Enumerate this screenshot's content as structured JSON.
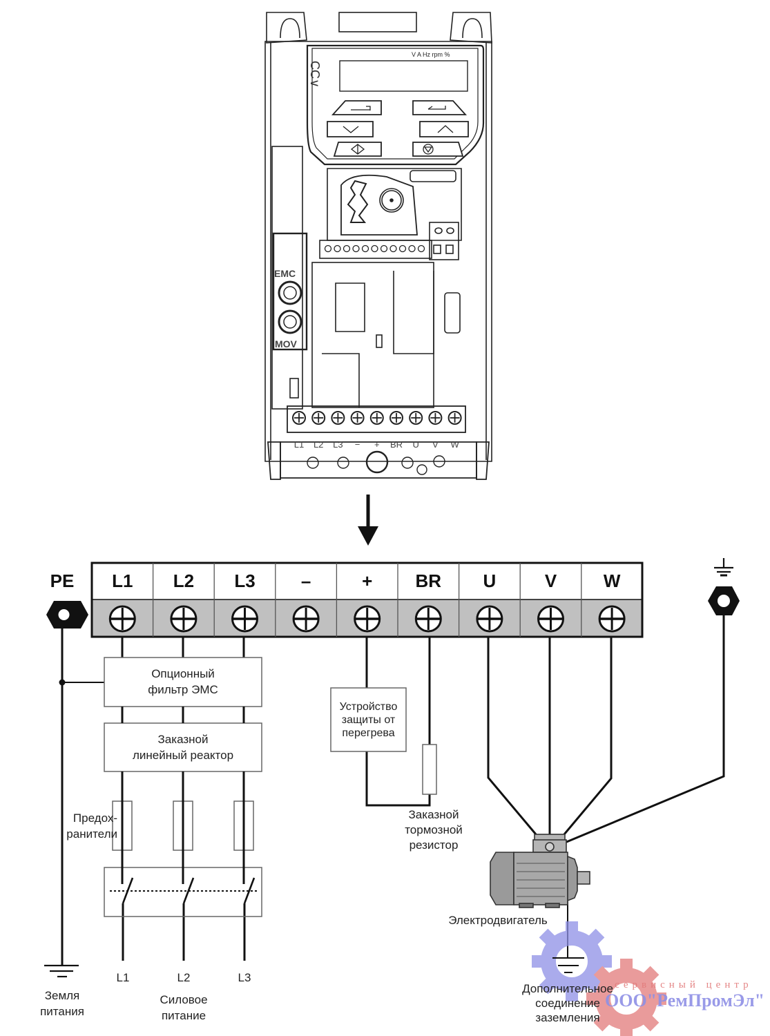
{
  "drive": {
    "display_units": "V  A  Hz  rpm  %",
    "side_logo": "CC∨",
    "emc_label": "EMC",
    "mov_label": "MOV",
    "bottom_terminals": [
      "L1",
      "L2",
      "L3",
      "−",
      "+",
      "BR",
      "U",
      "V",
      "W"
    ],
    "keypad_buttons": [
      "escape-button",
      "enter-button",
      "down-button",
      "up-button",
      "start-button",
      "stop-button"
    ]
  },
  "terminal_block": {
    "pe_label": "PE",
    "terminals": [
      "L1",
      "L2",
      "L3",
      "–",
      "+",
      "BR",
      "U",
      "V",
      "W"
    ],
    "colors": {
      "screw_row": "#c0c0c0",
      "label_row": "#ffffff",
      "border": "#111111"
    }
  },
  "boxes": {
    "emc_filter": [
      "Опционный",
      "фильтр ЭМС"
    ],
    "line_reactor": [
      "Заказной",
      "линейный реактор"
    ],
    "thermal_protection": [
      "Устройство",
      "защиты от",
      "перегрева"
    ]
  },
  "labels": {
    "fuses": [
      "Предох-",
      "ранители"
    ],
    "brake_resistor": [
      "Заказной",
      "тормозной",
      "резистор"
    ],
    "motor": "Электродвигатель",
    "supply_earth": [
      "Земля",
      "питания"
    ],
    "supply_phases": [
      "L1",
      "L2",
      "L3"
    ],
    "power_supply": [
      "Силовое",
      "питание"
    ],
    "extra_earth": [
      "Дополнительное",
      "соединение",
      "заземления"
    ]
  },
  "watermark": {
    "line1": "сервисный  центр",
    "line2": "ООО\"РемПромЭл\"",
    "gear_colors": [
      "#8e90e6",
      "#e27a7a"
    ]
  }
}
